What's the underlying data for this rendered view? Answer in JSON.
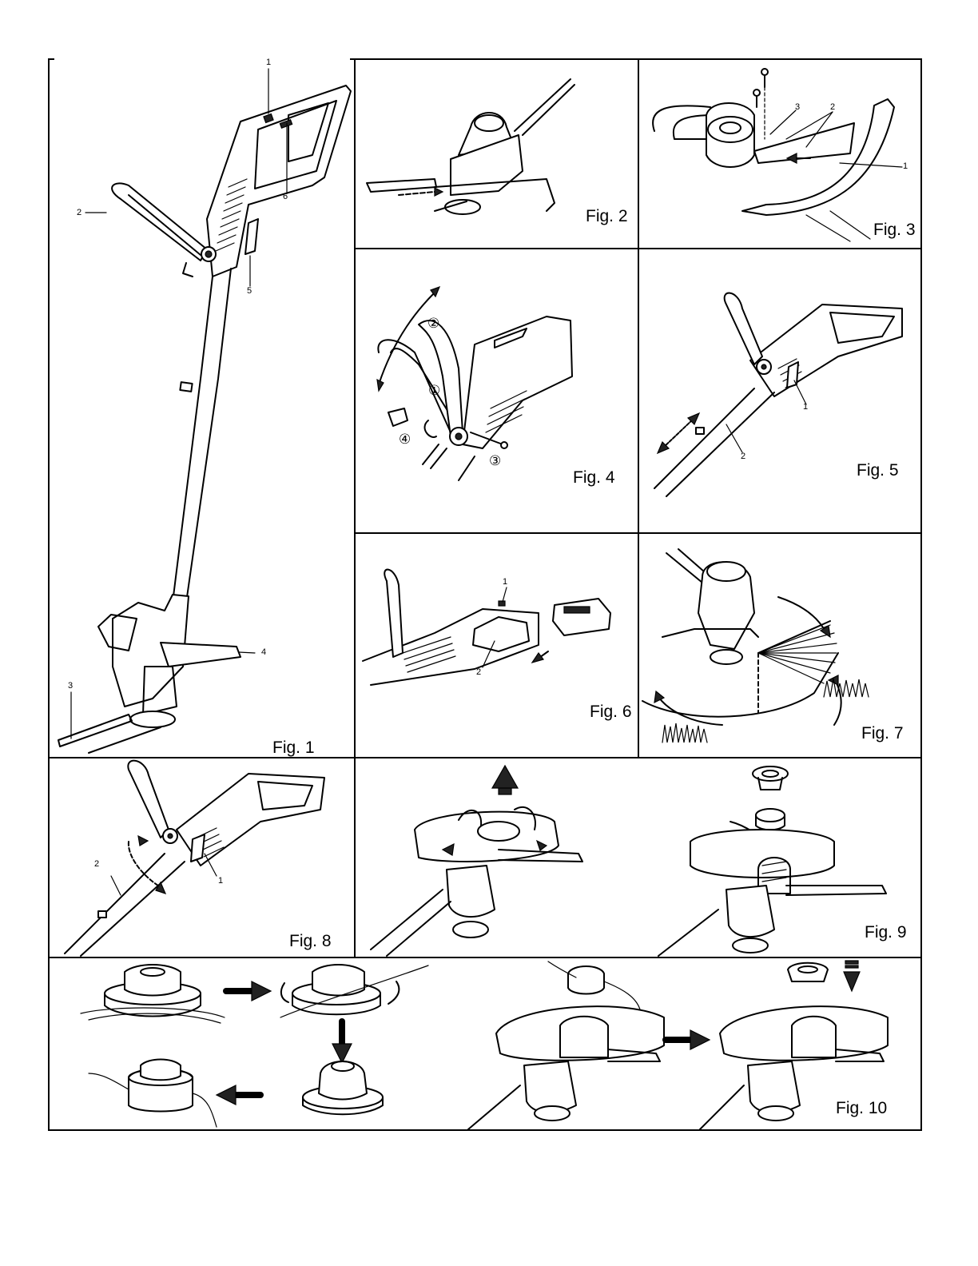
{
  "page": {
    "figures": {
      "fig1": {
        "label": "Fig. 1",
        "callouts": [
          "1",
          "2",
          "3",
          "4",
          "5",
          "6"
        ]
      },
      "fig2": {
        "label": "Fig. 2"
      },
      "fig3": {
        "label": "Fig. 3",
        "callouts": [
          "1",
          "2",
          "3"
        ]
      },
      "fig4": {
        "label": "Fig. 4",
        "steps": [
          "①",
          "②",
          "③",
          "④"
        ]
      },
      "fig5": {
        "label": "Fig. 5",
        "callouts": [
          "1",
          "2"
        ]
      },
      "fig6": {
        "label": "Fig. 6",
        "callouts": [
          "1",
          "2"
        ]
      },
      "fig7": {
        "label": "Fig. 7"
      },
      "fig8": {
        "label": "Fig. 8",
        "callouts": [
          "1",
          "2"
        ]
      },
      "fig9": {
        "label": "Fig. 9"
      },
      "fig10": {
        "label": "Fig. 10"
      }
    },
    "icons": {
      "arrow": "arrow-icon",
      "trimmer": "trimmer-illustration",
      "spool": "spool-illustration",
      "battery": "battery-pack-illustration"
    }
  }
}
